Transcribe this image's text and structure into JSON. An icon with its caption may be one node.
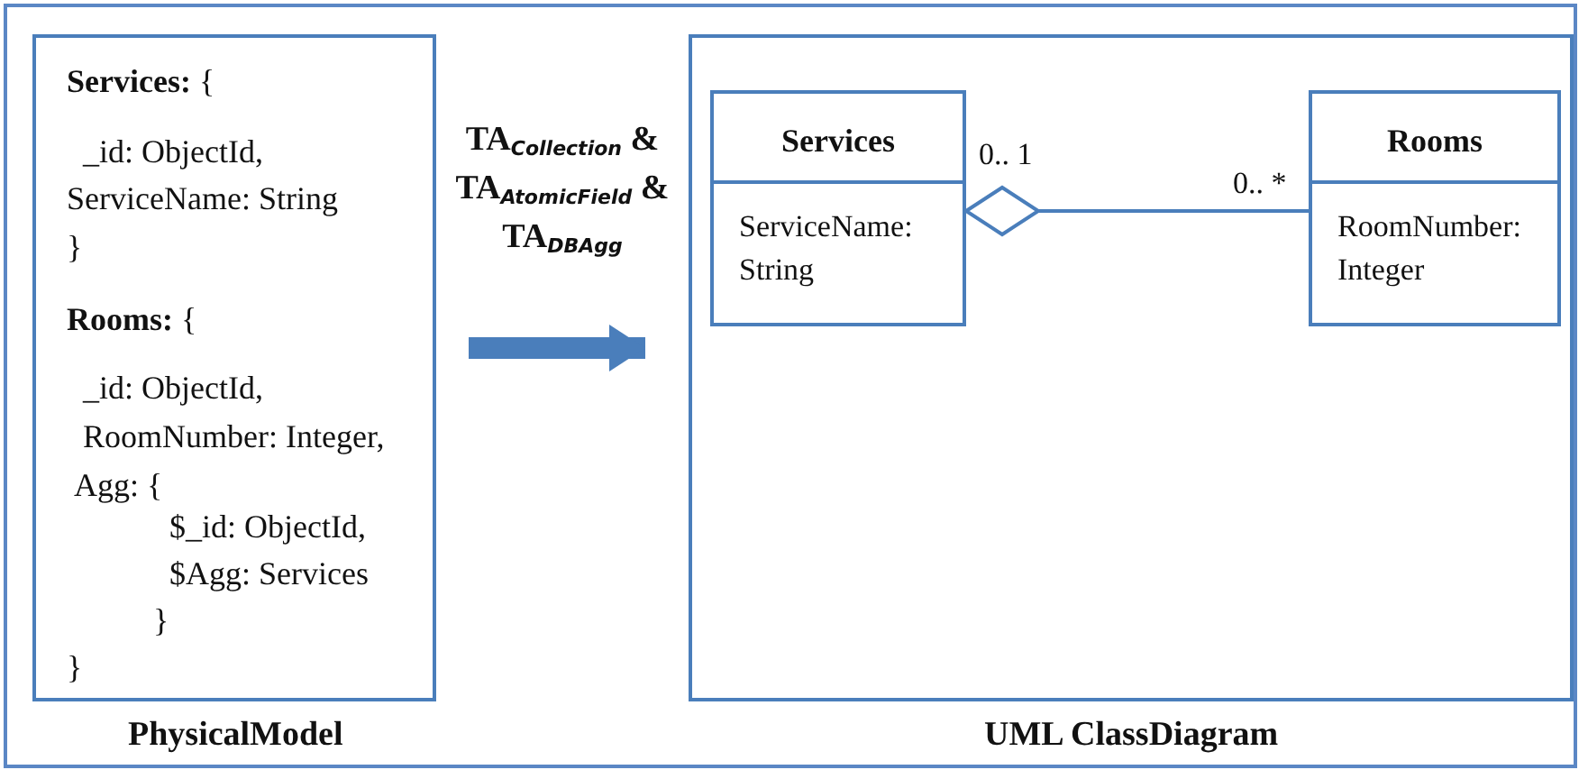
{
  "diagram": {
    "nodes": [
      {
        "text": [
          "**Services:** {",
          "_id: ObjectId,",
          "ServiceName: String",
          "}",
          "**Rooms:** {",
          "_id: ObjectId,",
          "RoomNumber: Integer,",
          "Agg: {",
          "$_id: ObjectId,",
          "$Agg: Services",
          "}",
          "}",
          "PhysicalModel"
        ]
      },
      {
        "text": [
          "UML ClassDiagram"
        ]
      },
      {
        "text": [
          "Services",
          "ServiceName: String"
        ],
        "in": 1
      },
      {
        "text": [
          "Rooms",
          "RoomNumber: Integer"
        ],
        "in": 1
      }
    ],
    "edges": [
      {
        "from": 0,
        "to": 1,
        "arrow": "to",
        "label": "TA$_{Collection}$ & TA$_{AtomicField}$ & TA$_{DBAgg}$",
        "style": "thick"
      },
      {
        "from": 2,
        "to": 3,
        "arrow": "other"
      }
    ],
    "labels": [
      "0.. 1",
      "0.. *"
    ]
  }
}
